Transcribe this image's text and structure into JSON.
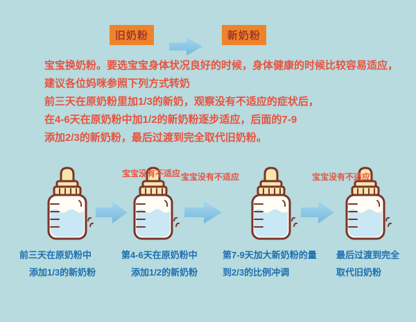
{
  "header": {
    "old_label": "旧奶粉",
    "new_label": "新奶粉"
  },
  "intro": {
    "lines": [
      "宝宝换奶粉。要选宝宝身体状况良好的时候，身体健康的时候比较容易适应，",
      "建议各位妈咪参照下列方式转奶",
      "前三天在原奶粉里加1/3的新奶，观察没有不适应的症状后，",
      "在4-6天在原奶粉中加1/2的新奶粉逐步适应，后面的7-9",
      "添加2/3的新奶粉，最后过渡到完全取代旧奶粉。"
    ]
  },
  "steps": {
    "arrow_note": "宝宝没有不适应",
    "captions": [
      {
        "line1": "前三天在原奶粉中",
        "line2": "添加1/3的新奶粉"
      },
      {
        "line1": "第4-6天在原奶粉中",
        "line2": "添加1/2的新奶粉"
      },
      {
        "line1": "第7-9天加大新奶粉的量",
        "line2": "到2/3的比例冲调"
      },
      {
        "line1": "最后过渡到完全",
        "line2": "取代旧奶粉"
      }
    ]
  },
  "colors": {
    "background": "#b7dbde",
    "label_bg": "#f08329",
    "label_text": "#a03a28",
    "intro_text": "#e8523f",
    "note_text": "#e8523f",
    "caption_text": "#1d6fb0",
    "arrow": "#8cc6e6",
    "bottle_outline": "#7b342b",
    "bottle_cream": "#f7e7ae",
    "bottle_body": "#fffdf4",
    "bottle_liquid": "#c9e7f5"
  }
}
